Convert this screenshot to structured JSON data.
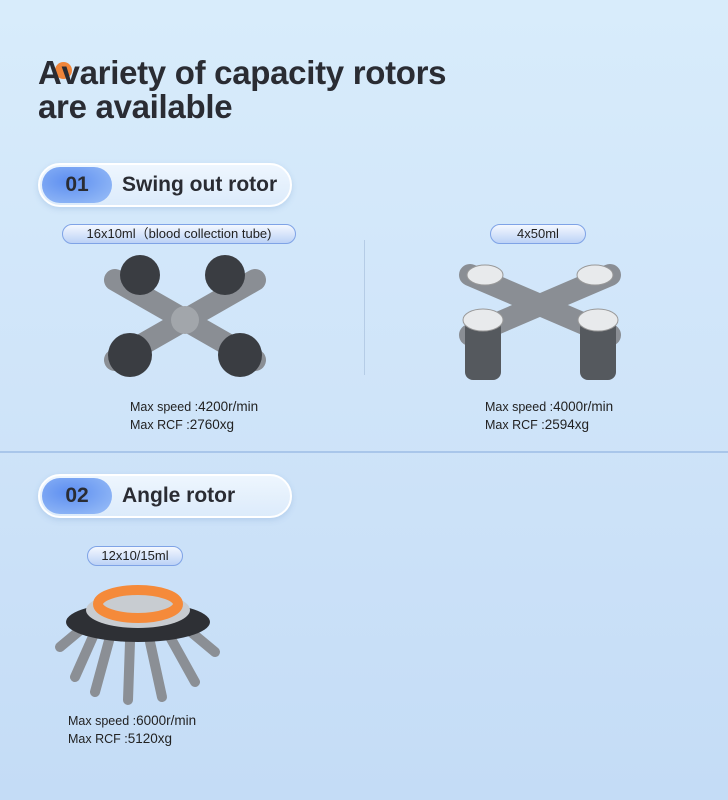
{
  "title": {
    "first_letter": "A",
    "line1_rest": "variety of capacity rotors",
    "line2": "are available"
  },
  "sections": [
    {
      "num": "01",
      "label": "Swing out rotor",
      "items": [
        {
          "tag": "16x10ml（blood collection tube)",
          "speed_label": "Max speed :",
          "speed": "4200r/min",
          "rcf_label": "Max RCF :",
          "rcf": "2760xg"
        },
        {
          "tag": "4x50ml",
          "speed_label": "Max speed :",
          "speed": "4000r/min",
          "rcf_label": "Max RCF :",
          "rcf": "2594xg"
        }
      ]
    },
    {
      "num": "02",
      "label": "Angle rotor",
      "items": [
        {
          "tag": "12x10/15ml",
          "speed_label": "Max speed :",
          "speed": "6000r/min",
          "rcf_label": "Max RCF :",
          "rcf": "5120xg"
        }
      ]
    }
  ]
}
